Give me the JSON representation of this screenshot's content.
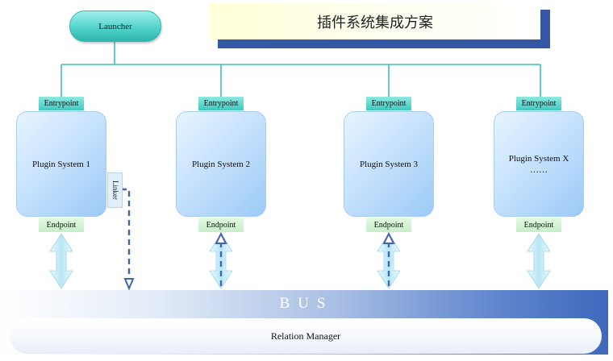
{
  "title": "插件系统集成方案",
  "launcher": "Launcher",
  "entrypoint_label": "Entrypoint",
  "endpoint_label": "Endpoint",
  "linker": "Linker",
  "plugins": [
    {
      "name": "Plugin System 1",
      "extra": ""
    },
    {
      "name": "Plugin System 2",
      "extra": ""
    },
    {
      "name": "Plugin System 3",
      "extra": ""
    },
    {
      "name": "Plugin System X",
      "extra": "……"
    }
  ],
  "bus": "BUS",
  "relation_manager": "Relation Manager",
  "colors": {
    "connector": "#3fbfb8",
    "arrow_fill": "#c6eef6",
    "dashed_arrow": "#3f66ae",
    "bus_dark": "#3f68bd"
  }
}
